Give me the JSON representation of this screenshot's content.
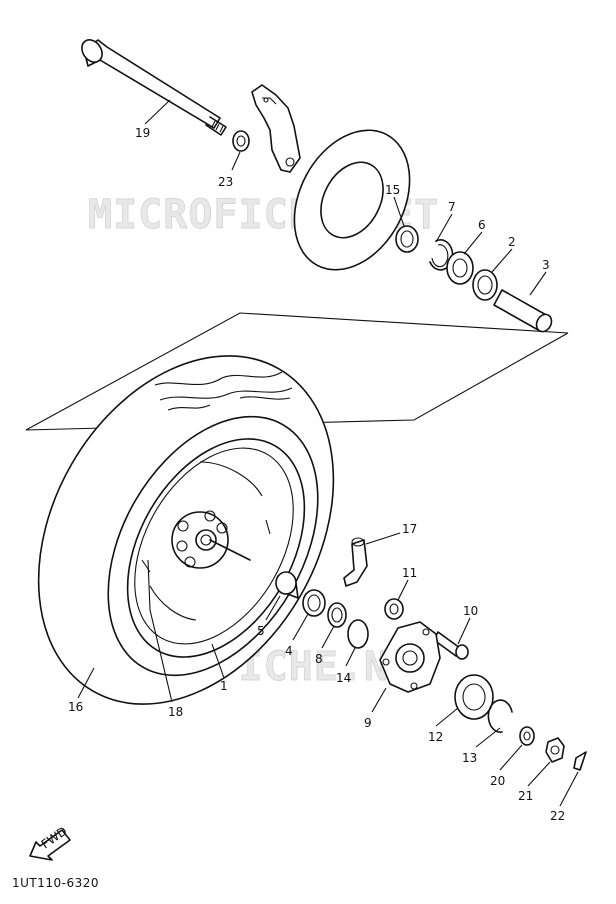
{
  "watermark": "MICROFICHE.NET",
  "diagram_code": "1UT110-6320",
  "fwd_label": "FWD",
  "callouts": [
    {
      "id": "c19",
      "text": "19"
    },
    {
      "id": "c23",
      "text": "23"
    },
    {
      "id": "c15",
      "text": "15"
    },
    {
      "id": "c7",
      "text": "7"
    },
    {
      "id": "c6",
      "text": "6"
    },
    {
      "id": "c2",
      "text": "2"
    },
    {
      "id": "c3",
      "text": "3"
    },
    {
      "id": "c17",
      "text": "17"
    },
    {
      "id": "c11",
      "text": "11"
    },
    {
      "id": "c10",
      "text": "10"
    },
    {
      "id": "c5",
      "text": "5"
    },
    {
      "id": "c4",
      "text": "4"
    },
    {
      "id": "c8",
      "text": "8"
    },
    {
      "id": "c14",
      "text": "14"
    },
    {
      "id": "c1",
      "text": "1"
    },
    {
      "id": "c16",
      "text": "16"
    },
    {
      "id": "c18",
      "text": "18"
    },
    {
      "id": "c9",
      "text": "9"
    },
    {
      "id": "c12",
      "text": "12"
    },
    {
      "id": "c13",
      "text": "13"
    },
    {
      "id": "c20",
      "text": "20"
    },
    {
      "id": "c21",
      "text": "21"
    },
    {
      "id": "c22",
      "text": "22"
    }
  ]
}
